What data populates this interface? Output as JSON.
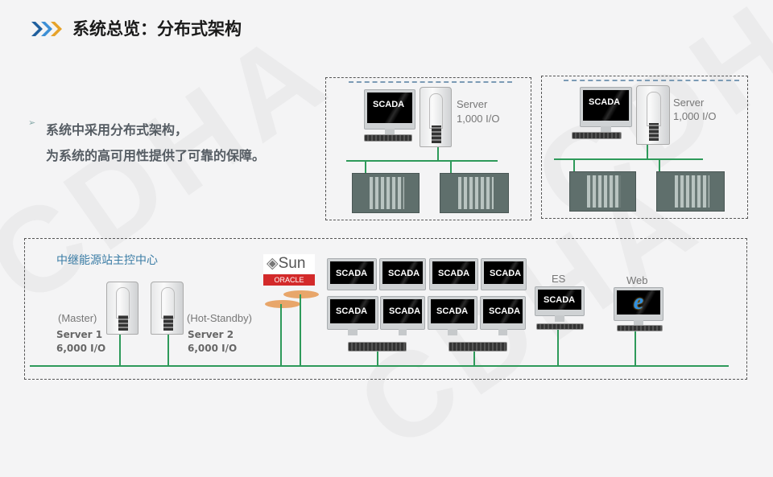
{
  "watermark": "CDHA",
  "header": {
    "title": "系统总览：分布式架构",
    "chevron_colors": [
      "#1f5f9e",
      "#3d8fd6",
      "#e6a22a"
    ]
  },
  "bullets": [
    "系统中采用分布式架构，",
    "为系统的高可用性提供了可靠的保障。"
  ],
  "substations": [
    {
      "monitor": "SCADA",
      "server_label": "Server",
      "io": "1,000 I/O"
    },
    {
      "monitor": "SCADA",
      "server_label": "Server",
      "io": "1,000 I/O"
    }
  ],
  "center": {
    "title": "中继能源站主控中心",
    "server1": {
      "role": "(Master)",
      "name": "Server 1",
      "io": "6,000 I/O"
    },
    "server2": {
      "role": "(Hot-Standby)",
      "name": "Server 2",
      "io": "6,000 I/O"
    },
    "db": {
      "sun": "Sun",
      "oracle": "ORACLE"
    },
    "monitors": [
      "SCADA",
      "SCADA",
      "SCADA",
      "SCADA",
      "SCADA",
      "SCADA",
      "SCADA",
      "SCADA"
    ],
    "es": {
      "label": "ES",
      "monitor": "SCADA"
    },
    "web": {
      "label": "Web"
    }
  },
  "colors": {
    "bus": "#2e9a5a",
    "oracle": "#d32a2a",
    "db_ellipse": "#e8a66a"
  }
}
